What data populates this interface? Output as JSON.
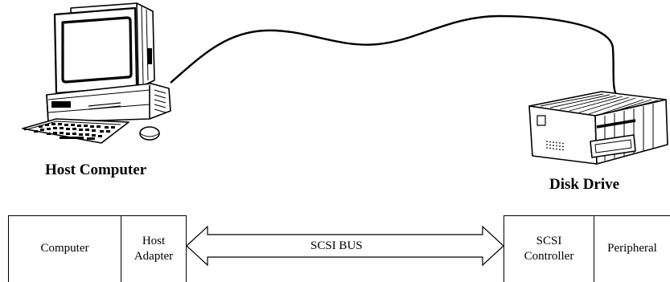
{
  "labels": {
    "host_computer": "Host Computer",
    "disk_drive": "Disk Drive"
  },
  "blocks": {
    "computer": "Computer",
    "host_adapter_line1": "Host",
    "host_adapter_line2": "Adapter",
    "bus": "SCSI BUS",
    "controller_line1": "SCSI",
    "controller_line2": "Controller",
    "peripheral": "Peripheral"
  }
}
